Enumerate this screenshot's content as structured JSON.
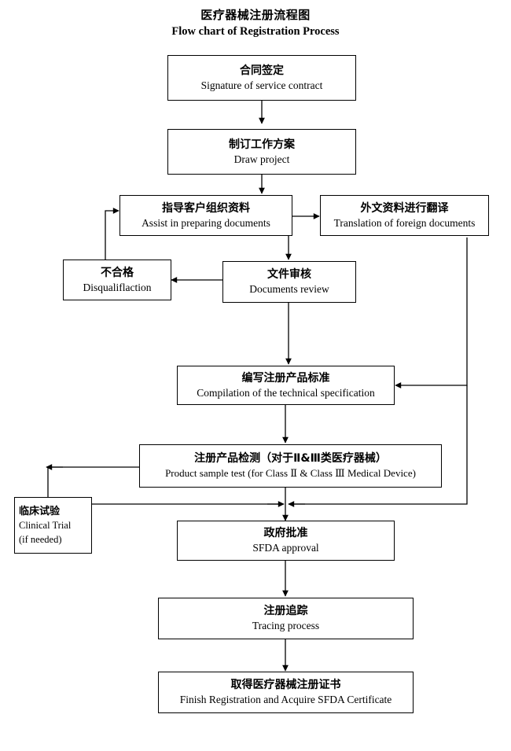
{
  "document": {
    "title_cn": "医疗器械注册流程图",
    "title_en": "Flow chart of Registration Process",
    "background_color": "#ffffff",
    "line_color": "#000000",
    "text_color": "#000000"
  },
  "nodes": {
    "contract": {
      "cn": "合同签定",
      "en": "Signature of service contract"
    },
    "draw_project": {
      "cn": "制订工作方案",
      "en": "Draw project"
    },
    "assist_docs": {
      "cn": "指导客户组织资料",
      "en": "Assist in preparing documents"
    },
    "translation": {
      "cn": "外文资料进行翻译",
      "en": "Translation of foreign documents"
    },
    "disqualification": {
      "cn": "不合格",
      "en": "Disqualiflaction"
    },
    "documents_review": {
      "cn": "文件审核",
      "en": "Documents review"
    },
    "technical_spec": {
      "cn": "编写注册产品标准",
      "en": "Compilation of the technical specification"
    },
    "product_test": {
      "cn": "注册产品检测（对于Ⅱ&Ⅲ类医疗器械）",
      "en": "Product sample test (for Class  Ⅱ & Class  Ⅲ  Medical Device)"
    },
    "clinical_trial": {
      "cn": "临床试验",
      "en": "Clinical Trial",
      "note": "(if needed)"
    },
    "sfda_approval": {
      "cn": "政府批准",
      "en": "SFDA approval"
    },
    "tracing": {
      "cn": "注册追踪",
      "en": "Tracing process"
    },
    "finish": {
      "cn": "取得医疗器械注册证书",
      "en": "Finish Registration and Acquire SFDA Certificate"
    }
  },
  "connectors": [
    {
      "name": "contract-to-draw-project",
      "from": "contract",
      "to": "draw_project",
      "kind": "arrow-down"
    },
    {
      "name": "draw-project-to-assist",
      "from": "draw_project",
      "to": "assist_docs",
      "kind": "arrow-down"
    },
    {
      "name": "assist-to-translation",
      "from": "assist_docs",
      "to": "translation",
      "kind": "arrow-right"
    },
    {
      "name": "assist-to-documents-review",
      "from": "assist_docs",
      "to": "documents_review",
      "kind": "arrow-down"
    },
    {
      "name": "documents-review-to-disqualification",
      "from": "documents_review",
      "to": "disqualification",
      "kind": "arrow-left"
    },
    {
      "name": "disqualification-back-to-assist",
      "from": "disqualification",
      "to": "assist_docs",
      "kind": "loop-up-right"
    },
    {
      "name": "documents-review-to-technical-spec",
      "from": "documents_review",
      "to": "technical_spec",
      "kind": "arrow-down"
    },
    {
      "name": "translation-to-technical-spec",
      "from": "translation",
      "to": "technical_spec",
      "kind": "loop-down-left"
    },
    {
      "name": "technical-spec-to-product-test",
      "from": "technical_spec",
      "to": "product_test",
      "kind": "arrow-down"
    },
    {
      "name": "product-test-to-clinical-trial",
      "from": "product_test",
      "to": "clinical_trial",
      "kind": "loop-left-down"
    },
    {
      "name": "clinical-trial-to-sfda-approval",
      "from": "clinical_trial",
      "to": "sfda_approval",
      "kind": "arrow-right-down"
    },
    {
      "name": "translation-branch-to-sfda-approval",
      "from": "translation",
      "to": "sfda_approval",
      "kind": "arrow-left-down"
    },
    {
      "name": "product-test-to-sfda-approval",
      "from": "product_test",
      "to": "sfda_approval",
      "kind": "arrow-down"
    },
    {
      "name": "sfda-approval-to-tracing",
      "from": "sfda_approval",
      "to": "tracing",
      "kind": "arrow-down"
    },
    {
      "name": "tracing-to-finish",
      "from": "tracing",
      "to": "finish",
      "kind": "arrow-down"
    }
  ]
}
